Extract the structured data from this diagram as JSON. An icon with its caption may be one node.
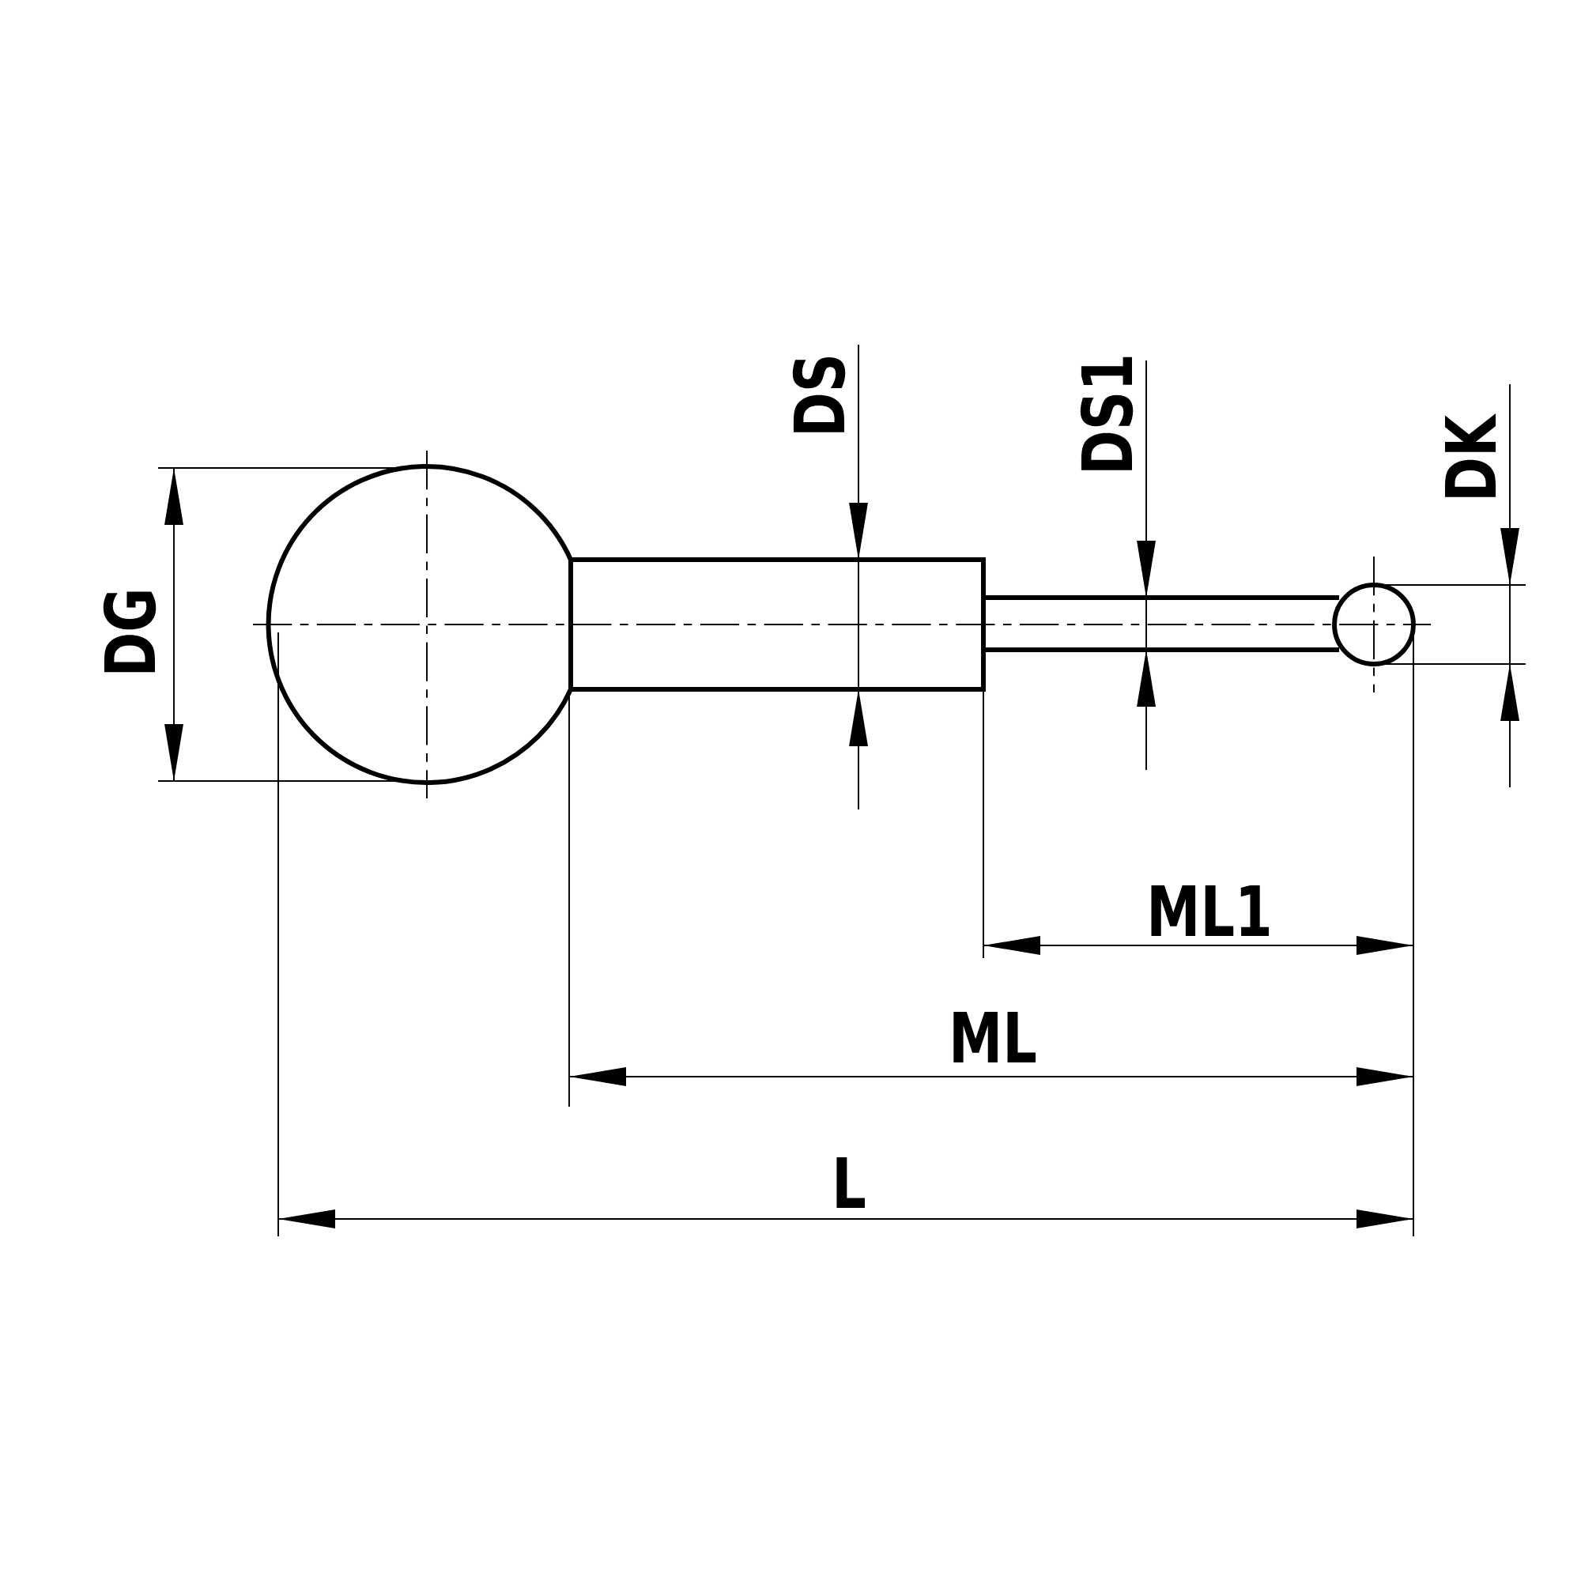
{
  "diagram": {
    "labels": [
      "DS",
      "DS1",
      "DK",
      "DG",
      "ML1",
      "ML",
      "L"
    ]
  }
}
